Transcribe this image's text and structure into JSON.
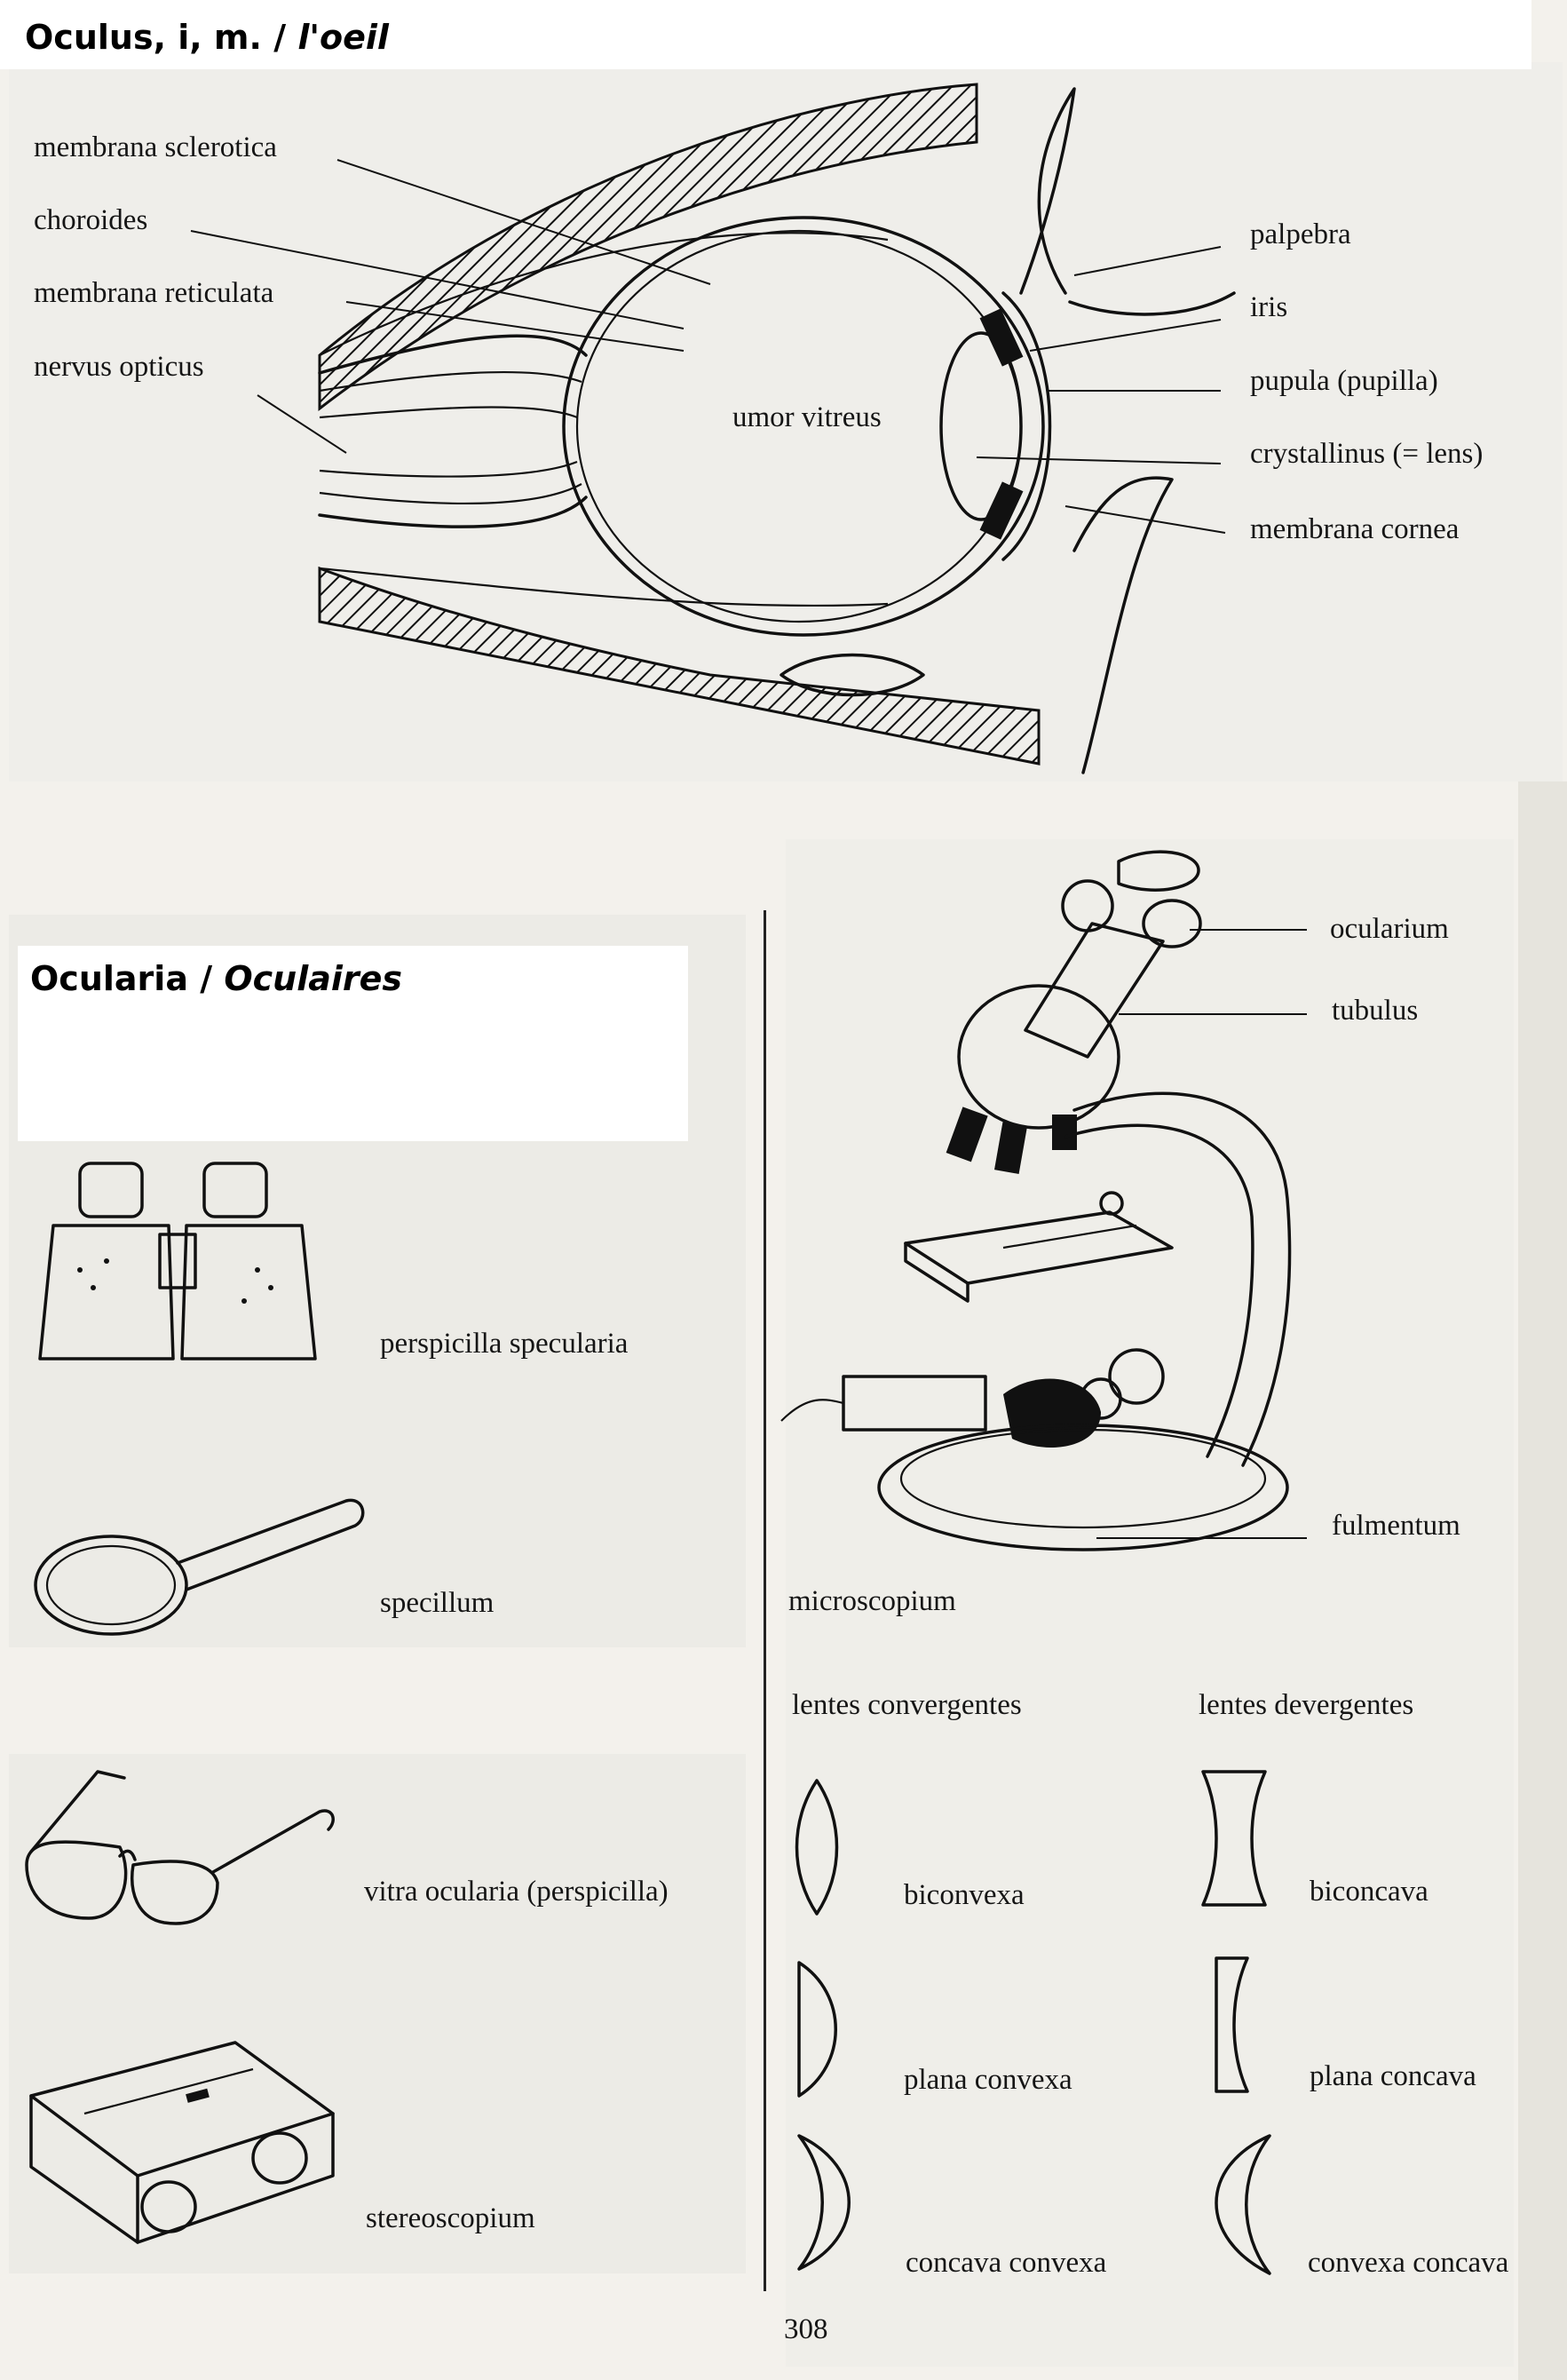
{
  "section_eye": {
    "heading_latin": "Oculus, i, m. /",
    "heading_french": "l'oeil",
    "labels": {
      "membrana_sclerotica": "membrana sclerotica",
      "choroides": "choroides",
      "membrana_reticulata": "membrana reticulata",
      "nervus_opticus": "nervus opticus",
      "umor_vitreus": "umor vitreus",
      "palpebra": "palpebra",
      "iris": "iris",
      "pupula": "pupula (pupilla)",
      "crystallinus": "crystallinus (= lens)",
      "membrana_cornea": "membrana cornea"
    }
  },
  "section_ocularia": {
    "heading_latin": "Ocularia /",
    "heading_french": "Oculaires",
    "items": {
      "binoculars": "perspicilla specularia",
      "magnifier": "specillum",
      "glasses": "vitra ocularia (perspicilla)",
      "stereoscope": "stereoscopium"
    }
  },
  "microscope": {
    "ocularium": "ocularium",
    "tubulus": "tubulus",
    "fulmentum": "fulmentum",
    "caption": "microscopium"
  },
  "lenses": {
    "convergent_title": "lentes convergentes",
    "divergent_title": "lentes devergentes",
    "biconvexa": "biconvexa",
    "biconcava": "biconcava",
    "plana_convexa": "plana convexa",
    "plana_concava": "plana concava",
    "concava_convexa": "concava convexa",
    "convexa_concava": "convexa concava"
  },
  "page_number": "308"
}
